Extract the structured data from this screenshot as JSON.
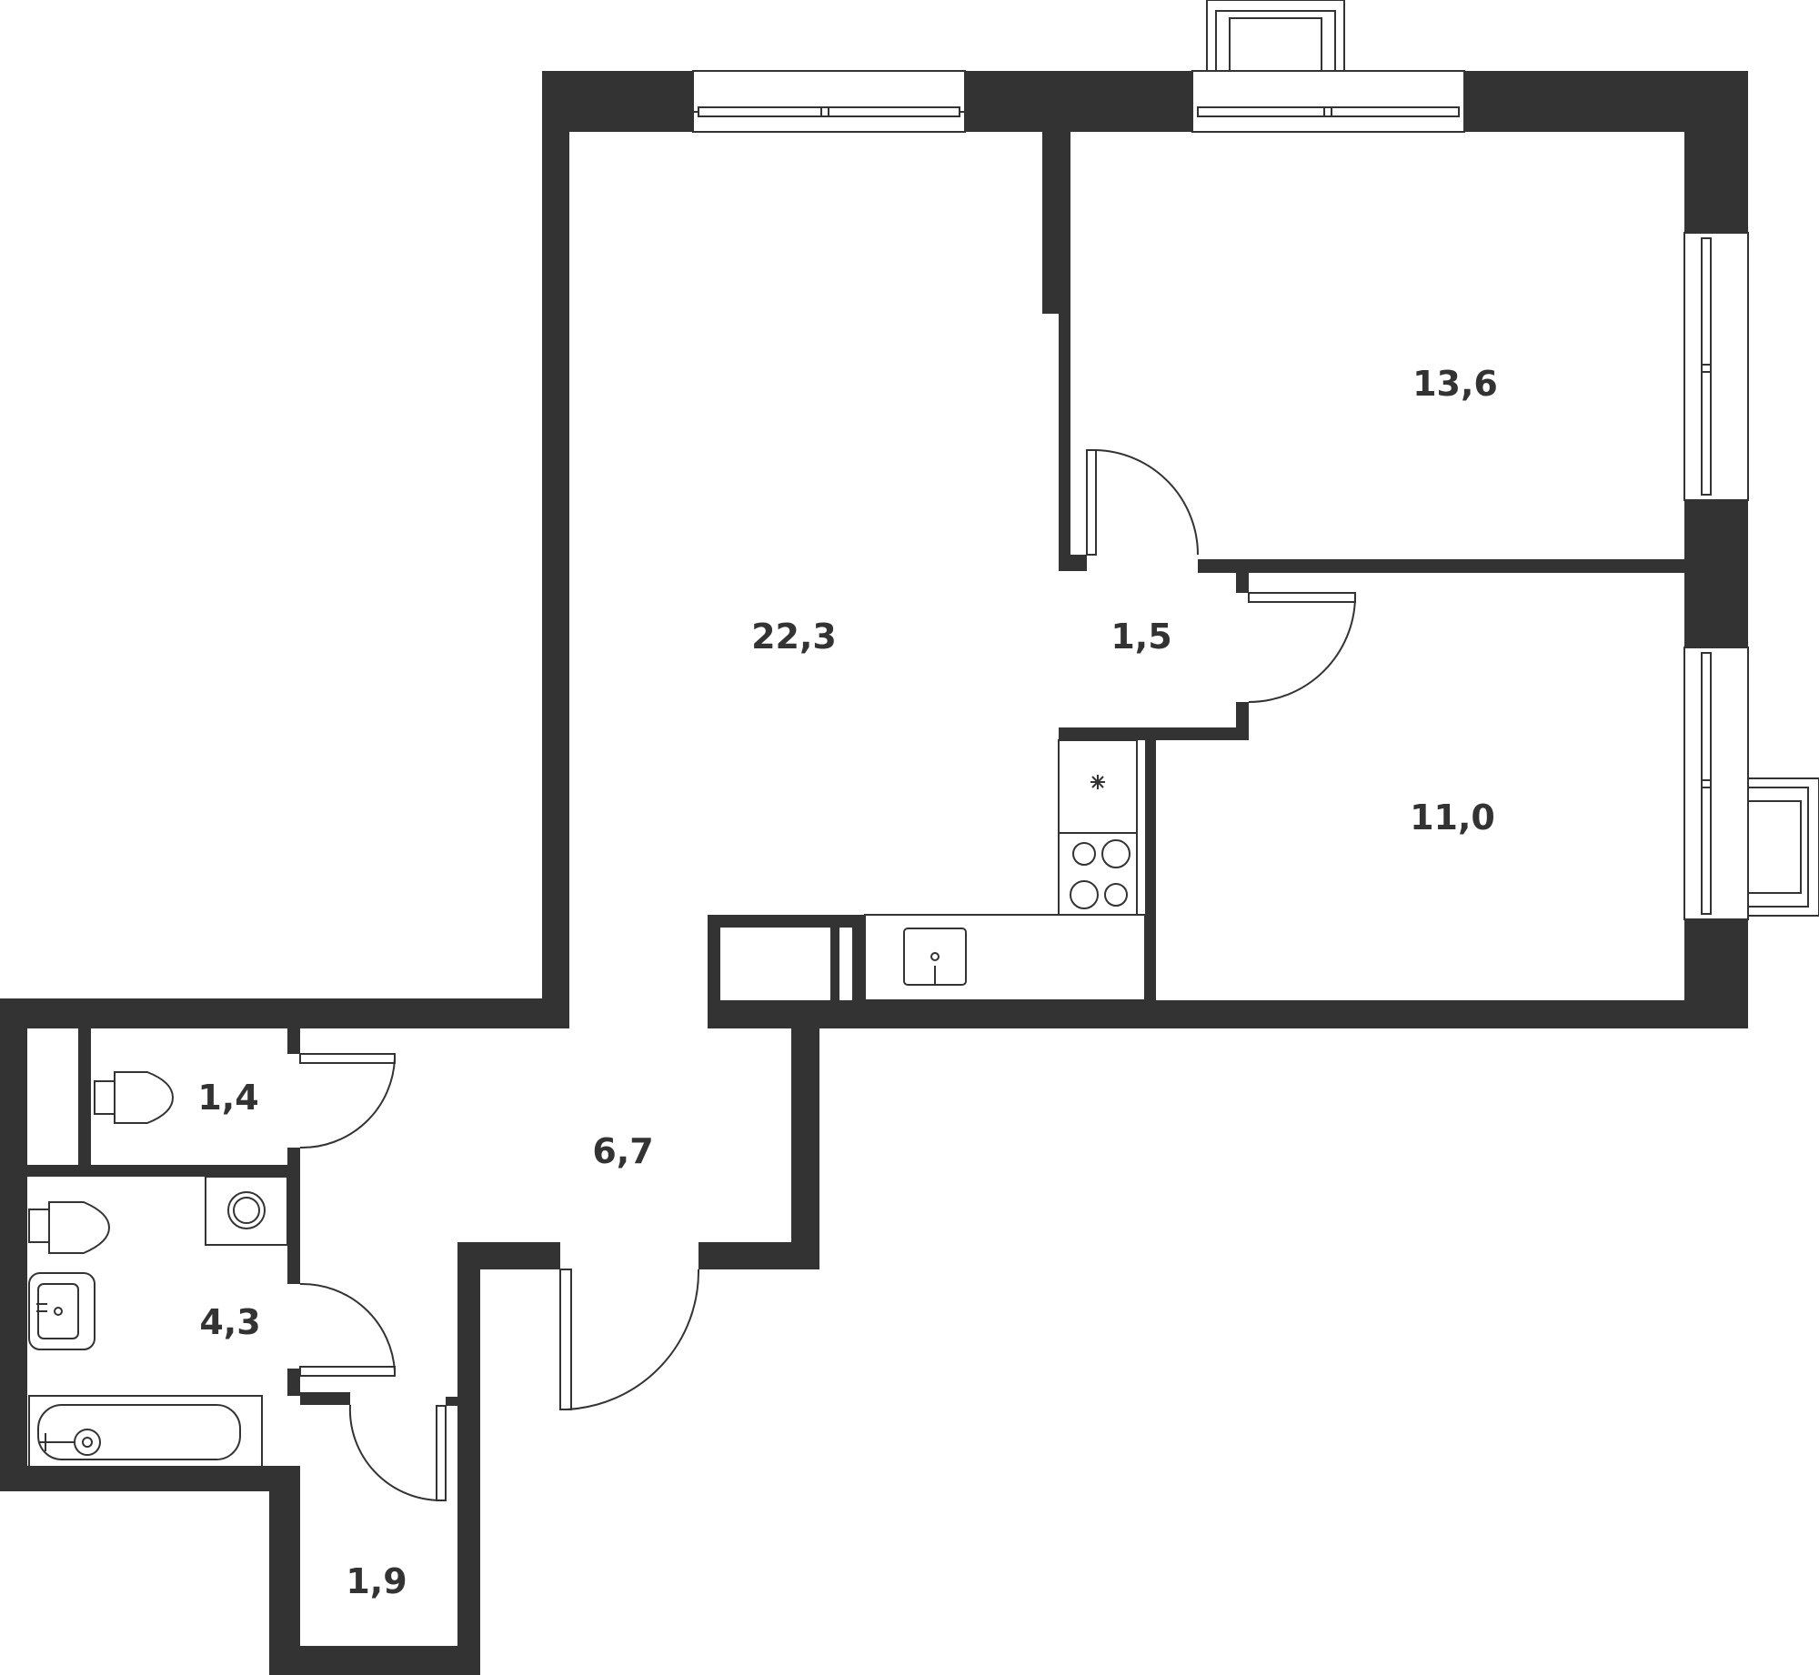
{
  "plan": {
    "rooms": [
      {
        "id": "living-kitchen",
        "area": "22,3"
      },
      {
        "id": "bedroom-1",
        "area": "13,6"
      },
      {
        "id": "bedroom-2",
        "area": "11,0"
      },
      {
        "id": "corridor",
        "area": "1,5"
      },
      {
        "id": "hall",
        "area": "6,7"
      },
      {
        "id": "toilet",
        "area": "1,4"
      },
      {
        "id": "bathroom",
        "area": "4,3"
      },
      {
        "id": "closet",
        "area": "1,9"
      }
    ],
    "colors": {
      "wall": "#333333",
      "background": "#ffffff"
    }
  }
}
